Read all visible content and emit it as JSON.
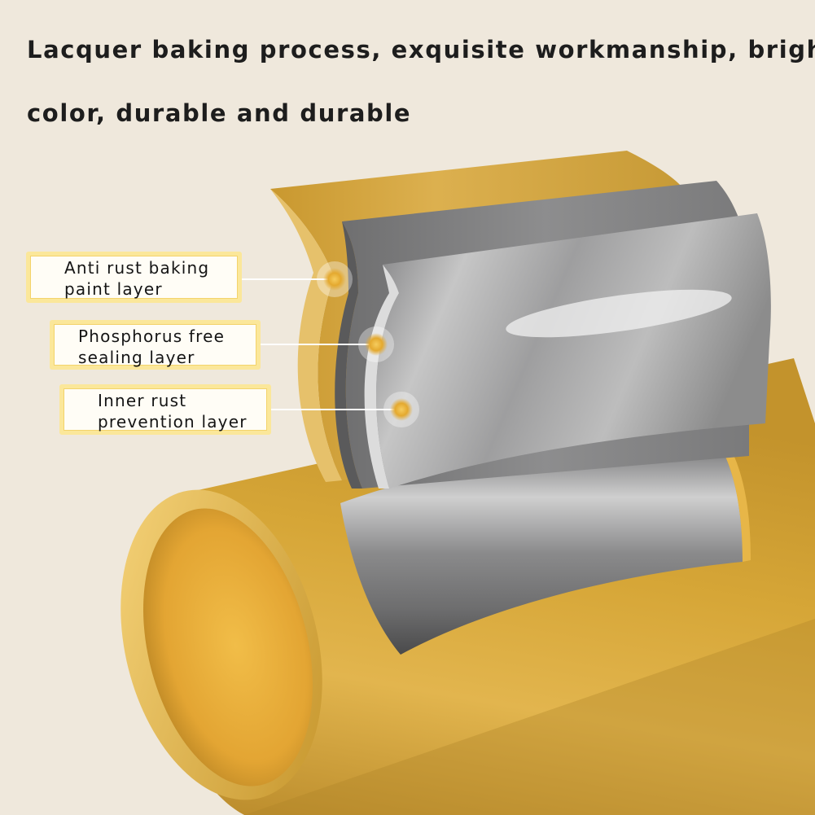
{
  "headline": {
    "line1": "Lacquer baking process, exquisite workmanship, bright",
    "line2": "color, durable and durable"
  },
  "callouts": [
    {
      "line1": "Anti rust baking",
      "line2": "paint layer"
    },
    {
      "line1": "Phosphorus free",
      "line2": "sealing layer"
    },
    {
      "line1": "Inner rust",
      "line2": "prevention layer"
    }
  ],
  "colors": {
    "background": "#efe8dc",
    "gold": "#d8a73a",
    "silver": "#a8a8a8",
    "callout_border": "#fbe79a"
  }
}
